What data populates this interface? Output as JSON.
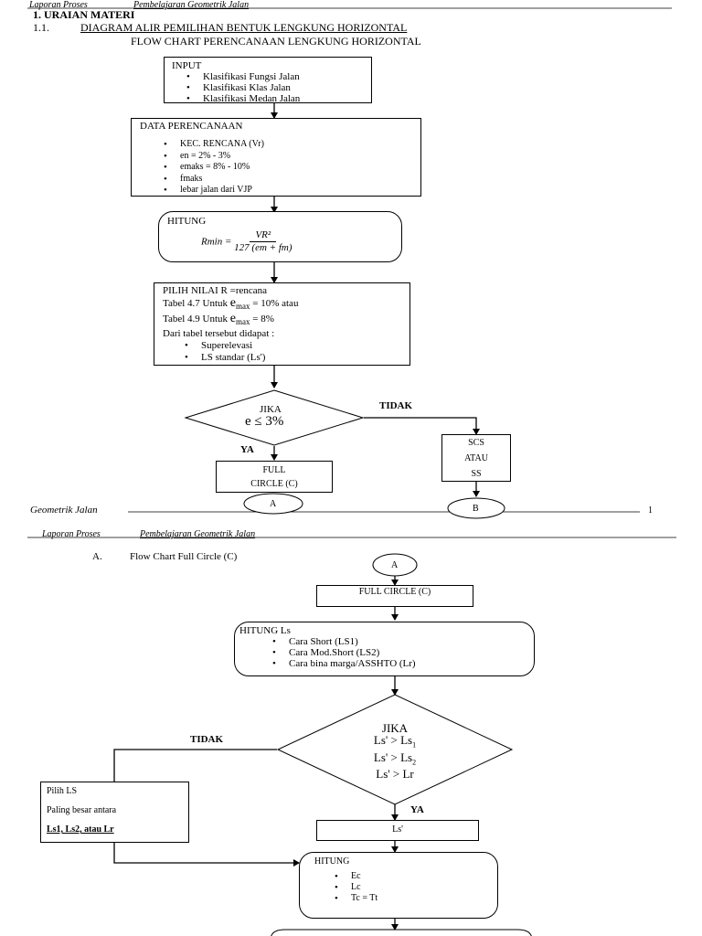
{
  "page1": {
    "header_left": "Laporan Proses",
    "header_right": "Pembelajaran Geometrik Jalan",
    "section_title": "1.   URAIAN MATERI",
    "subsection_number": "1.1.",
    "subsection_title": "DIAGRAM ALIR PEMILIHAN BENTUK LENGKUNG HORIZONTAL",
    "flow_title": "FLOW CHART PERENCANAAN LENGKUNG HORIZONTAL",
    "input_box": {
      "title": "INPUT",
      "items": [
        "Klasifikasi Fungsi Jalan",
        "Klasifikasi Klas Jalan",
        "Klasifikasi Medan Jalan"
      ]
    },
    "data_box": {
      "title": "DATA PERENCANAAN",
      "items": [
        "KEC. RENCANA (Vr)",
        "en = 2% - 3%",
        "emaks = 8% - 10%",
        "fmaks",
        "lebar jalan dari VJP"
      ]
    },
    "hitung_box": {
      "title": "HITUNG",
      "lhs": "Rmin =",
      "numerator": "VR²",
      "denominator": "127 (em + fm)"
    },
    "pilih_box": {
      "line1": "PILIH NILAI R =rencana",
      "line2_pre": "Tabel 4.7 Untuk ",
      "line2_e": "e",
      "line2_sub": "max",
      "line2_post": " = 10% atau",
      "line3_pre": "Tabel 4.9 Untuk ",
      "line3_e": "e",
      "line3_sub": "max",
      "line3_post": " = 8%",
      "line4": "Dari tabel tersebut didapat :",
      "items": [
        "Superelevasi",
        "LS standar (Ls')"
      ]
    },
    "decision": {
      "line1": "JIKA",
      "line2": "e ≤ 3%"
    },
    "label_tidak": "TIDAK",
    "label_ya": "YA",
    "full_circle_box": {
      "line1": "FULL",
      "line2": "CIRCLE (C)"
    },
    "scs_box": {
      "line1": "SCS",
      "line2": "ATAU",
      "line3": "SS"
    },
    "connector_a": "A",
    "connector_b": "B",
    "footer_left": "Geometrik Jalan",
    "footer_page": "1"
  },
  "page2": {
    "header_left": "Laporan Proses",
    "header_right": "Pembelajaran Geometrik Jalan",
    "section_letter": "A.",
    "section_title": "Flow Chart Full Circle (C)",
    "connector_a": "A",
    "full_circle_box": "FULL CIRCLE (C)",
    "hitung_ls": {
      "title": "HITUNG Ls",
      "items": [
        "Cara Short (LS1)",
        "Cara Mod.Short (LS2)",
        "Cara bina marga/ASSHTO (Lr)"
      ]
    },
    "decision": {
      "line1": "JIKA",
      "line2_pre": "Ls' > Ls",
      "line2_sub": "1",
      "line3_pre": "Ls' > Ls",
      "line3_sub": "2",
      "line4": "Ls' > Lr"
    },
    "label_tidak": "TIDAK",
    "label_ya": "YA",
    "pilih_ls": {
      "line1": "Pilih LS",
      "line2": "Paling besar antara",
      "line3": "Ls1, Ls2, atau Lr"
    },
    "ls_box": "Ls'",
    "hitung2": {
      "title": "HITUNG",
      "items": [
        "Ec",
        "Lc",
        "Tc = Tt"
      ]
    }
  }
}
